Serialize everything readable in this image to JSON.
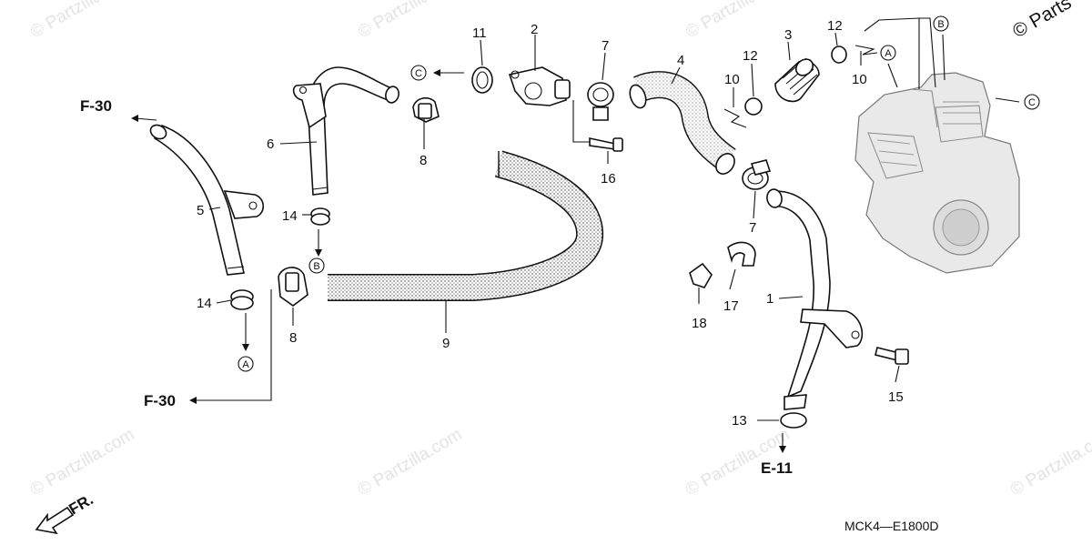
{
  "watermark": "© Partzilla.com",
  "copyright_corner": "© Parts",
  "diagram_code": "MCK4—E1800D",
  "front_label": "FR.",
  "refs": {
    "f30_top": "F-30",
    "f30_bottom": "F-30",
    "e11": "E-11"
  },
  "circle_labels": {
    "a": "A",
    "b": "B",
    "c": "C"
  },
  "part_numbers": {
    "p1": "1",
    "p2": "2",
    "p3": "3",
    "p4": "4",
    "p5": "5",
    "p6": "6",
    "p7": "7",
    "p8": "8",
    "p9": "9",
    "p10": "10",
    "p11": "11",
    "p12": "12",
    "p13": "13",
    "p14": "14",
    "p15": "15",
    "p16": "16",
    "p17": "17",
    "p18": "18"
  }
}
